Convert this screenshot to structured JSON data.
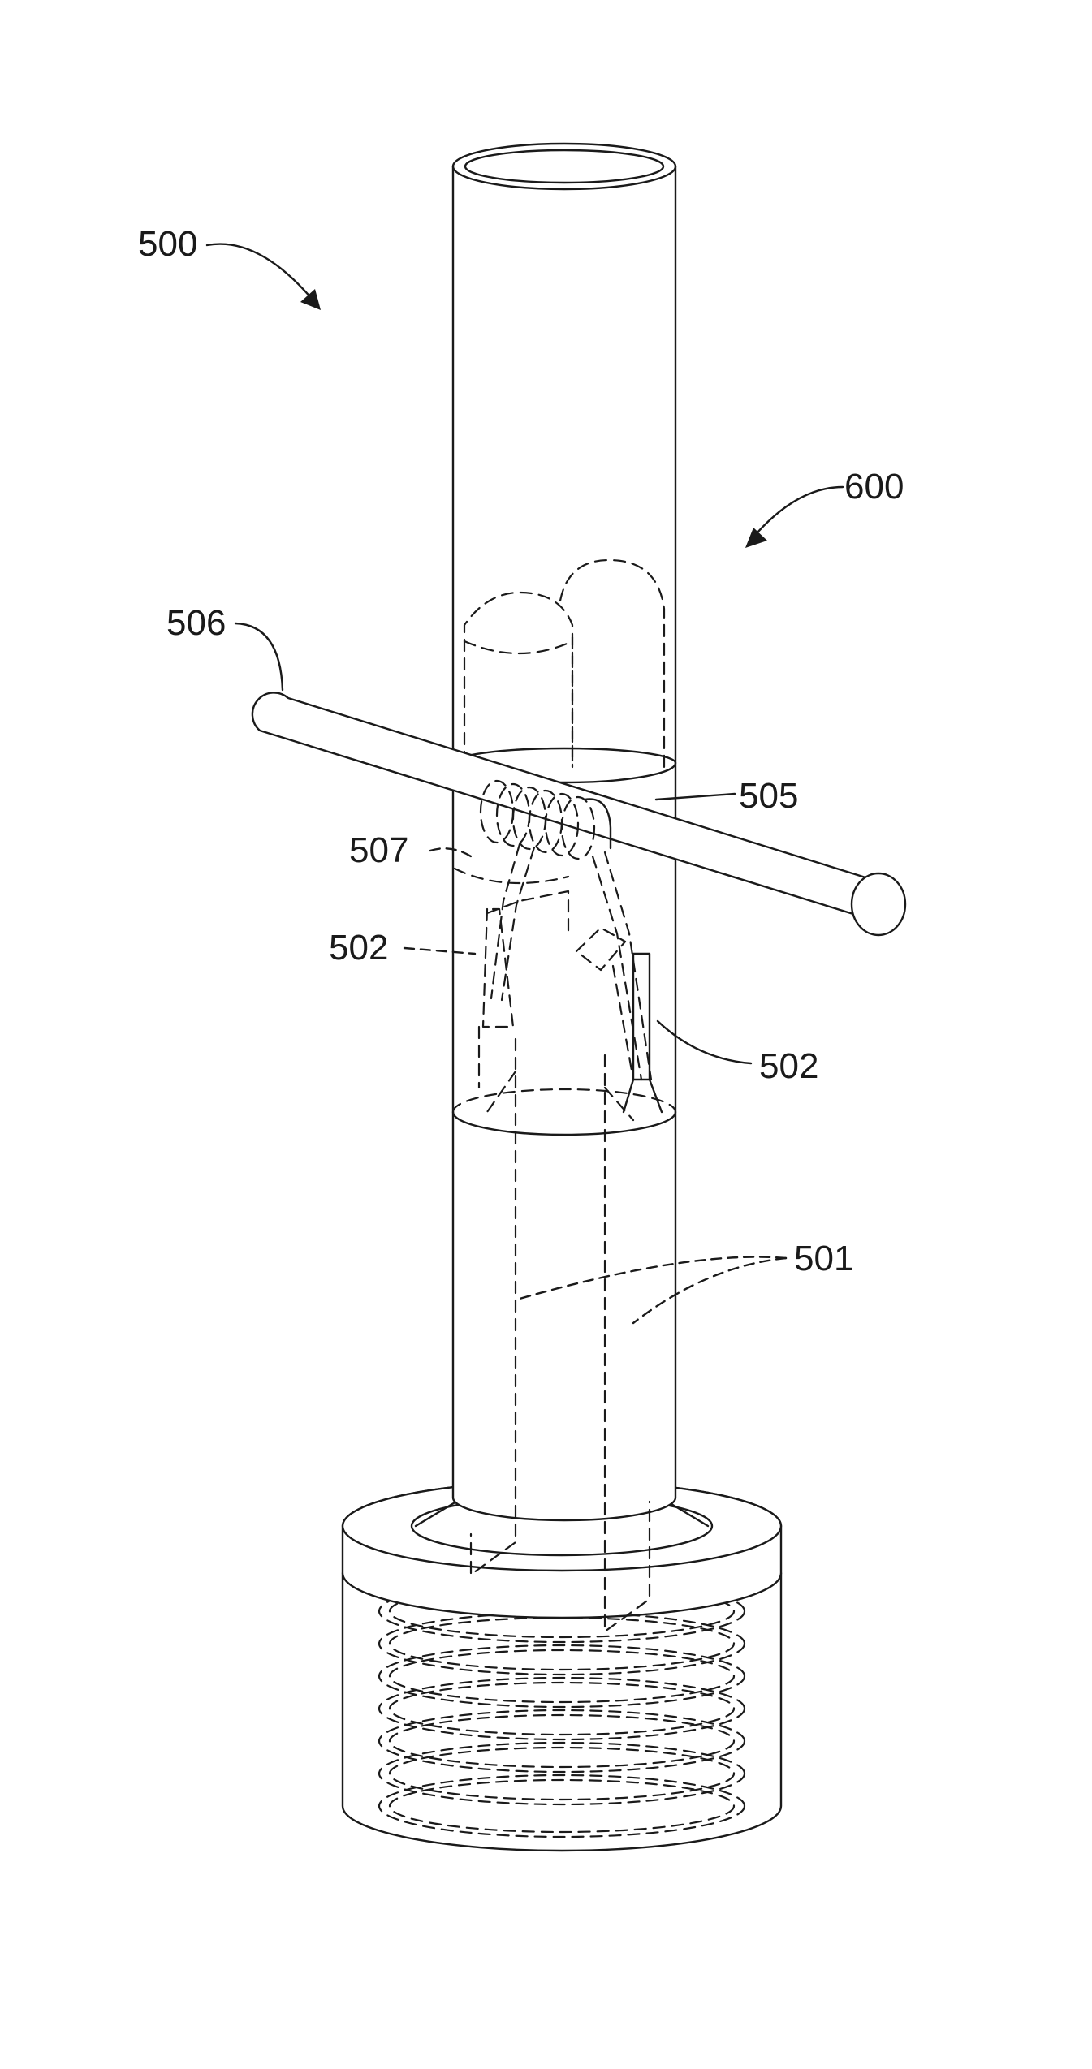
{
  "figure": {
    "labels": {
      "l500": "500",
      "l600": "600",
      "l506": "506",
      "l505": "505",
      "l507": "507",
      "l502a": "502",
      "l502b": "502",
      "l501": "501"
    }
  }
}
